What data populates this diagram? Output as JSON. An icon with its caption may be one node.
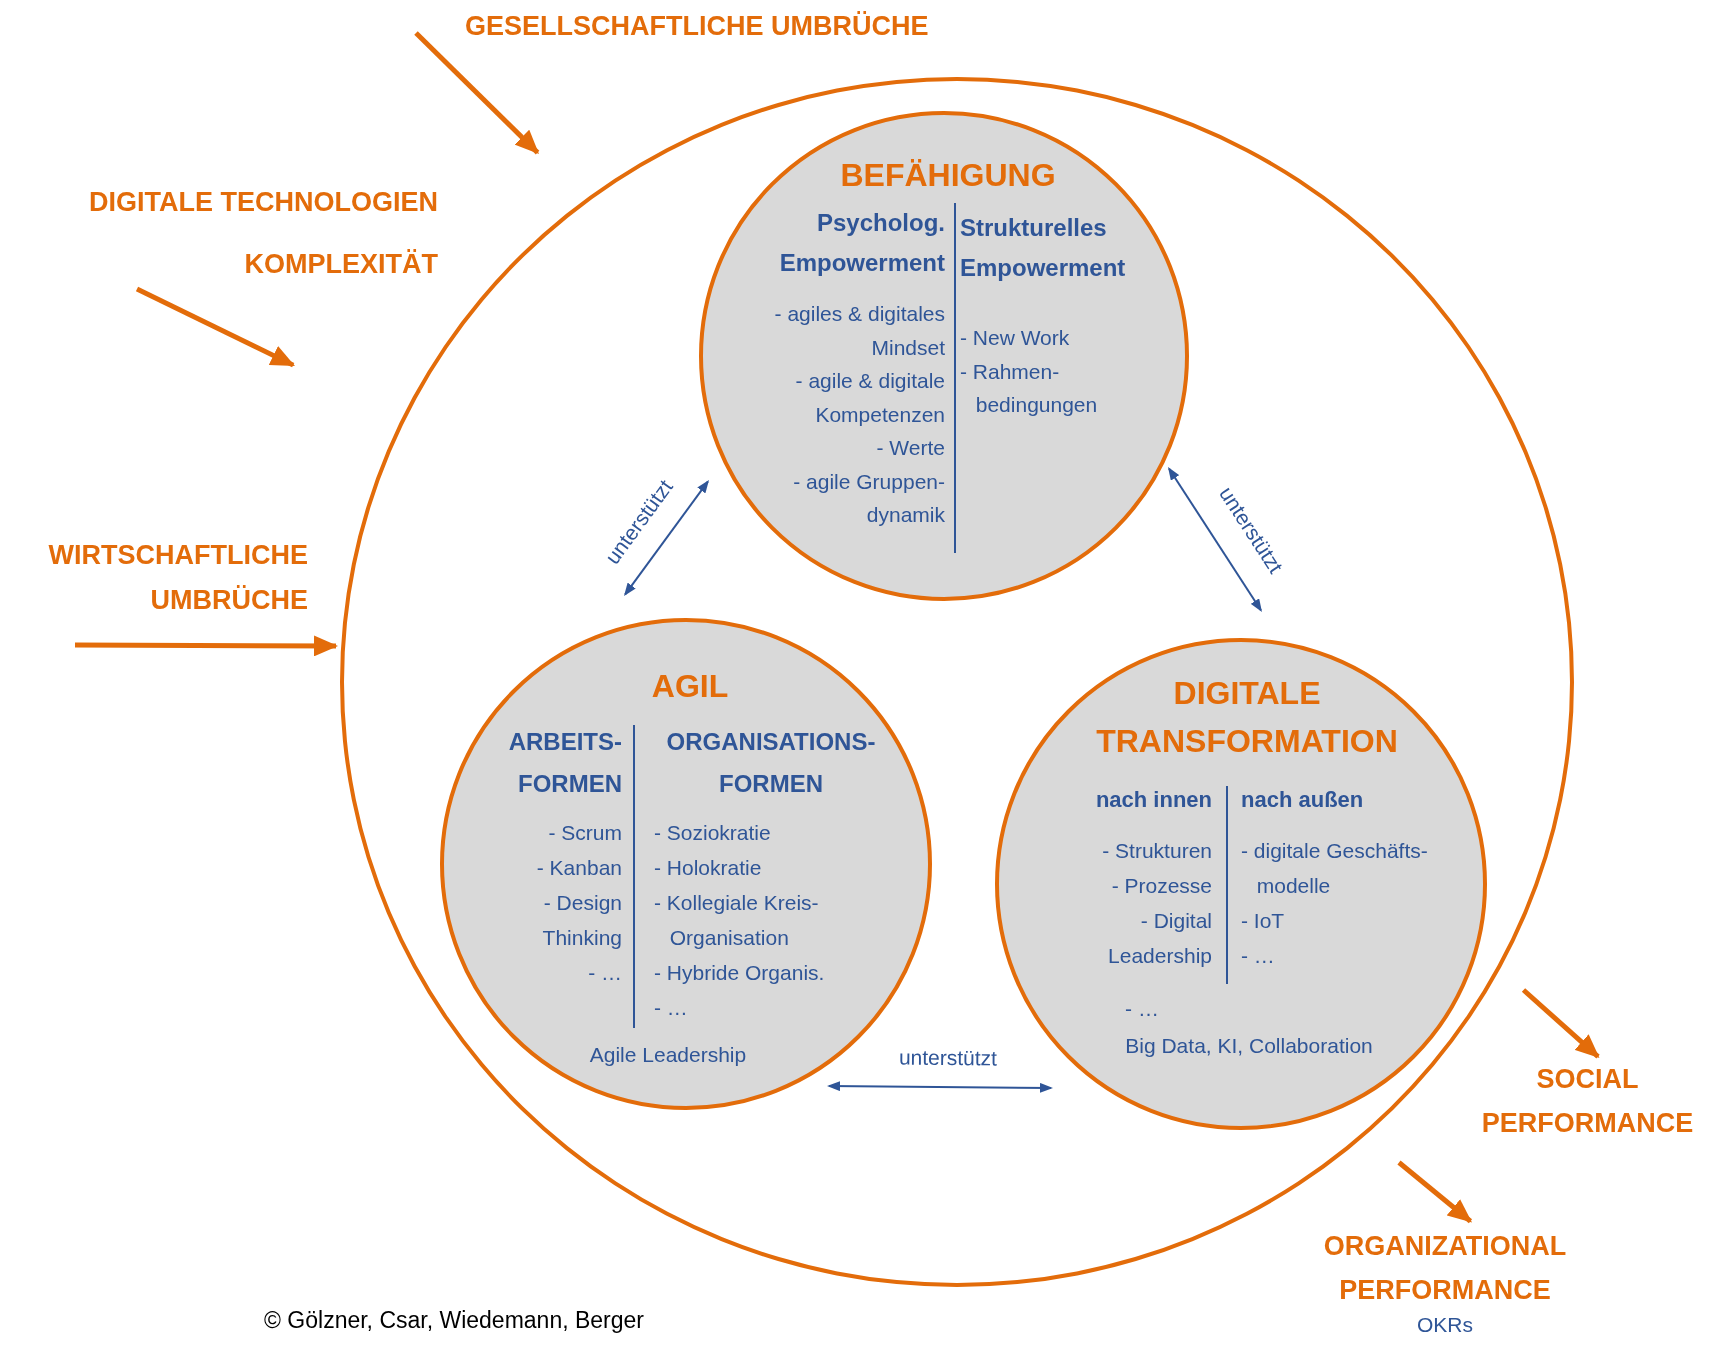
{
  "diagram": {
    "nodes": [
      {
        "text": [],
        "shape": "circle"
      },
      {
        "text": [
          "BEFÄHIGUNG",
          "Psycholog. Empowerment",
          "- agiles & digitales Mindset",
          "- agile & digitale Kompetenzen",
          "- Werte",
          "- agile Gruppen- dynamik",
          "Strukturelles Empowerment",
          "- New Work",
          "- Rahmen- bedingungen"
        ],
        "in": 0
      },
      {
        "text": [
          "AGIL",
          "ARBEITS- FORMEN",
          "- Scrum",
          "- Kanban",
          "- Design Thinking",
          "- …",
          "ORGANISATIONS- FORMEN",
          "- Soziokratie",
          "- Holokratie",
          "- Kollegiale Kreis- Organisation",
          "- Hybride Organis.",
          "- …",
          "Agile Leadership"
        ],
        "in": 0
      },
      {
        "text": [
          "DIGITALE TRANSFORMATION",
          "nach innen",
          "- Strukturen",
          "- Prozesse",
          "- Digital Leadership",
          "nach außen",
          "- digitale Geschäfts- modelle",
          "- IoT",
          "- …",
          "- …",
          "Big Data, KI, Collaboration"
        ],
        "in": 0
      },
      {
        "text": [
          "GESELLSCHAFTLICHE UMBRÜCHE"
        ]
      },
      {
        "text": [
          "DIGITALE TECHNOLOGIEN",
          "KOMPLEXITÄT"
        ]
      },
      {
        "text": [
          "WIRTSCHAFTLICHE UMBRÜCHE"
        ]
      },
      {
        "text": [
          "SOCIAL PERFORMANCE"
        ]
      },
      {
        "text": [
          "ORGANIZATIONAL PERFORMANCE",
          "OKRs"
        ]
      }
    ],
    "edges": [
      {
        "from": 1,
        "to": 2,
        "arrow": "both",
        "label": "unterstützt",
        "color": "#2f5597"
      },
      {
        "from": 1,
        "to": 3,
        "arrow": "both",
        "label": "unterstützt",
        "color": "#2f5597"
      },
      {
        "from": 2,
        "to": 3,
        "arrow": "both",
        "label": "unterstützt",
        "color": "#2f5597"
      },
      {
        "from": 4,
        "to": 0,
        "arrow": "to"
      },
      {
        "from": 5,
        "to": 0,
        "arrow": "to"
      },
      {
        "from": 6,
        "to": 0,
        "arrow": "to"
      },
      {
        "from": null,
        "to": 7,
        "arrow": "to"
      },
      {
        "from": null,
        "to": 8,
        "arrow": "to"
      }
    ],
    "labels": [
      "© Gölzner, Csar, Wiedemann, Berger"
    ]
  }
}
